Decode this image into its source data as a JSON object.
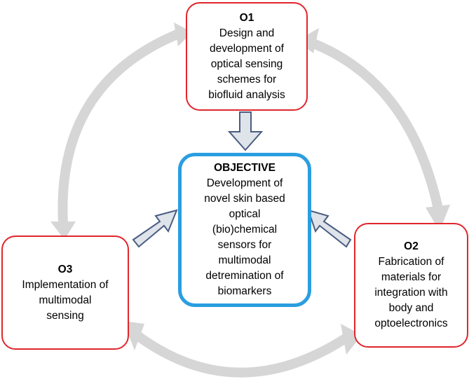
{
  "colors": {
    "box_border": "#e0262c",
    "objective_border": "#2a9ee0",
    "cycle_arrow_fill": "#d6d6d6",
    "pointer_arrow_fill": "#dfe3ea",
    "pointer_arrow_stroke": "#4a5d80"
  },
  "boxes": {
    "o1": {
      "title": "O1",
      "body": "Design and\ndevelopment of\noptical sensing\nschemes for\nbiofluid analysis"
    },
    "objective": {
      "title": "OBJECTIVE",
      "body": "Development of\nnovel skin based\noptical\n(bio)chemical\nsensors  for\nmultimodal\ndetremination of\nbiomarkers"
    },
    "o2": {
      "title": "O2",
      "body": "Fabrication of\nmaterials for\nintegration with\nbody and\noptoelectronics"
    },
    "o3": {
      "title": "O3",
      "body": "Implementation of\nmultimodal\nsensing"
    }
  },
  "cycle_arrows": [
    {
      "from": "o1",
      "to": "o2",
      "icon": "curved-arrow"
    },
    {
      "from": "o2",
      "to": "o3",
      "icon": "curved-arrow"
    },
    {
      "from": "o3",
      "to": "o1",
      "icon": "curved-arrow"
    }
  ],
  "pointer_arrows": [
    {
      "from": "o1",
      "to": "objective",
      "icon": "block-arrow"
    },
    {
      "from": "o2",
      "to": "objective",
      "icon": "block-arrow"
    },
    {
      "from": "o3",
      "to": "objective",
      "icon": "block-arrow"
    }
  ]
}
